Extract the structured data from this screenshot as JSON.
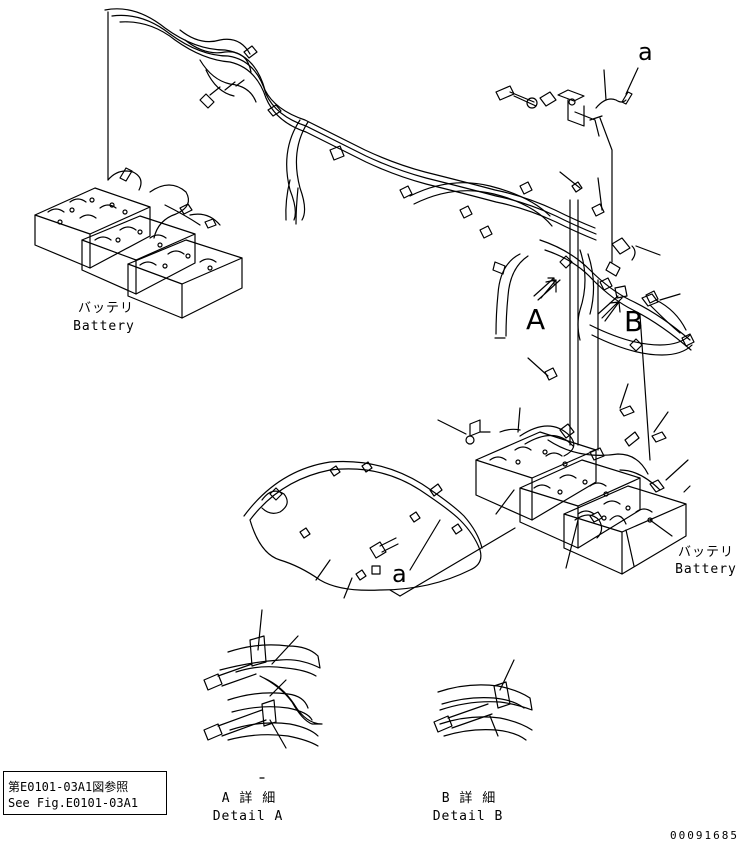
{
  "labels": {
    "battery_left_jp": "バッテリ",
    "battery_left_en": "Battery",
    "battery_right_jp": "バッテリ",
    "battery_right_en": "Battery",
    "callout_a_top": "a",
    "callout_a_bottom": "a",
    "view_a": "A",
    "view_b": "B",
    "detail_a_jp": "A 詳 細",
    "detail_a_en": "Detail A",
    "detail_b_jp": "B 詳 細",
    "detail_b_en": "Detail B",
    "ref_jp": "第E0101-03A1図参照",
    "ref_en": "See Fig.E0101-03A1",
    "drawing_number": "00091685"
  },
  "colors": {
    "line": "#000000",
    "background": "#ffffff"
  }
}
